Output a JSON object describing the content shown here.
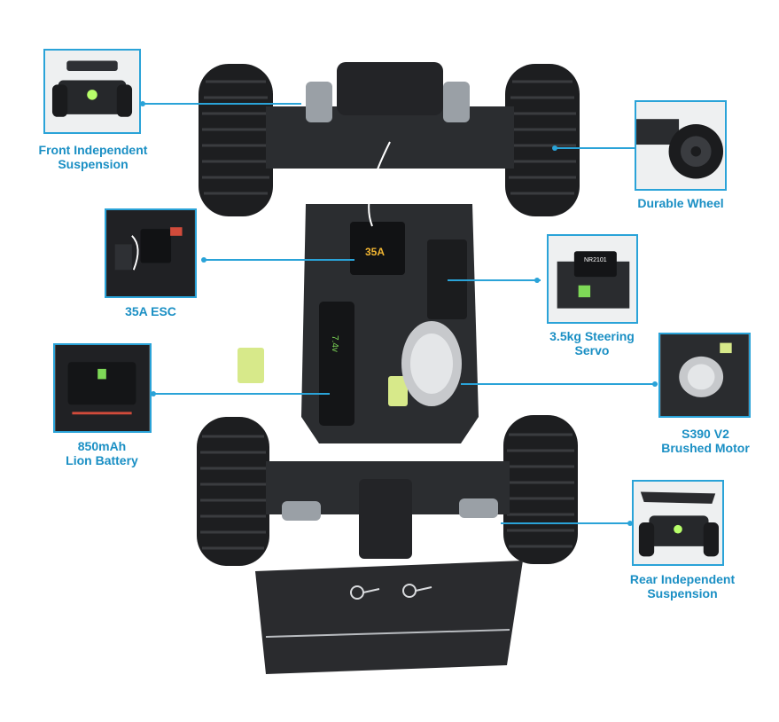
{
  "title": "",
  "colors": {
    "accent": "#2aa3d8",
    "label": "#1a8fc4",
    "chassis": "#2b2d30"
  },
  "features": [
    {
      "id": "front-suspension",
      "label": "Front Independent Suspension",
      "icon": "front-suspension-photo"
    },
    {
      "id": "wheel",
      "label": "Durable Wheel",
      "icon": "wheel-photo"
    },
    {
      "id": "esc",
      "label": "35A ESC",
      "icon": "esc-photo"
    },
    {
      "id": "servo",
      "label": "3.5kg Steering Servo",
      "icon": "servo-photo"
    },
    {
      "id": "battery",
      "label": "850mAh Lion Battery",
      "icon": "battery-photo"
    },
    {
      "id": "motor",
      "label": "S390 V2 Brushed Motor",
      "icon": "motor-photo"
    },
    {
      "id": "rear-suspension",
      "label": "Rear Independent Suspension",
      "icon": "rear-suspension-photo"
    }
  ],
  "labels_split": {
    "front_1": "Front Independent",
    "front_2": "Suspension",
    "wheel": "Durable Wheel",
    "esc": "35A ESC",
    "servo_1": "3.5kg Steering",
    "servo_2": "Servo",
    "battery_1": "850mAh",
    "battery_2": "Lion Battery",
    "motor_1": "S390 V2",
    "motor_2": "Brushed Motor",
    "rear_1": "Rear Independent",
    "rear_2": "Suspension"
  },
  "printed_on_parts": {
    "esc_rating": "35A",
    "battery_voltage": "7.4v",
    "servo_model": "NR2101"
  }
}
